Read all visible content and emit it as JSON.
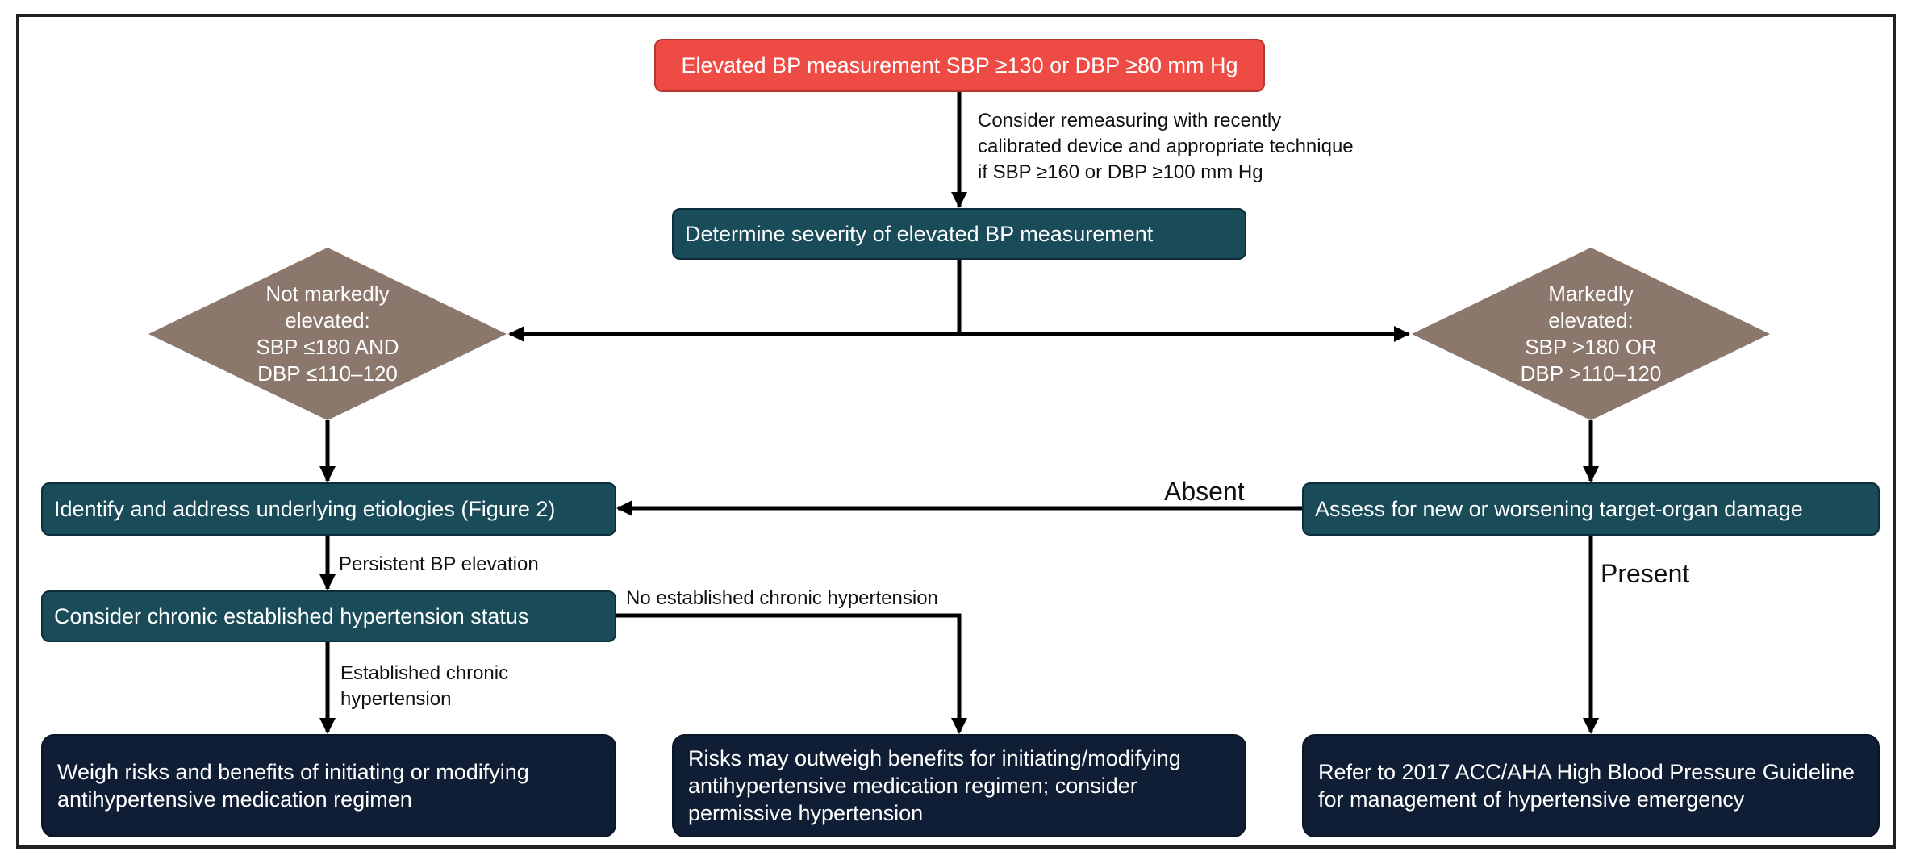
{
  "start": {
    "label": "Elevated BP measurement SBP ≥130 or DBP ≥80 mm Hg"
  },
  "remeasure_note": "Consider remeasuring with recently\ncalibrated device and appropriate technique\nif SBP ≥160 or DBP ≥100 mm Hg",
  "severity": {
    "label": "Determine severity of elevated BP measurement"
  },
  "not_marked": {
    "label": "Not markedly\nelevated:\nSBP ≤180 AND\nDBP ≤110–120"
  },
  "marked": {
    "label": "Markedly\nelevated:\nSBP >180 OR\nDBP >110–120"
  },
  "etiologies": {
    "label": "Identify and address underlying etiologies (Figure 2)"
  },
  "assess": {
    "label": "Assess for new or worsening target-organ damage"
  },
  "absent_label": "Absent",
  "present_label": "Present",
  "persistent_label": "Persistent BP elevation",
  "chronic": {
    "label": "Consider chronic established hypertension status"
  },
  "no_chronic_label": "No established chronic hypertension",
  "established_label": "Established chronic\nhypertension",
  "outcome_weigh": {
    "label": "Weigh risks and benefits of initiating or modifying antihypertensive medication regimen"
  },
  "outcome_risks": {
    "label": "Risks may outweigh benefits for initiating/modifying antihypertensive medication regimen; consider permissive hypertension"
  },
  "outcome_refer": {
    "label": "Refer to 2017 ACC/AHA High Blood Pressure Guideline for management of hypertensive emergency"
  },
  "colors": {
    "start_red": "#ef4b45",
    "process_teal": "#1a4b58",
    "outcome_navy": "#0f1e34",
    "decision_taupe": "#8b776c",
    "connector": "#000000"
  }
}
